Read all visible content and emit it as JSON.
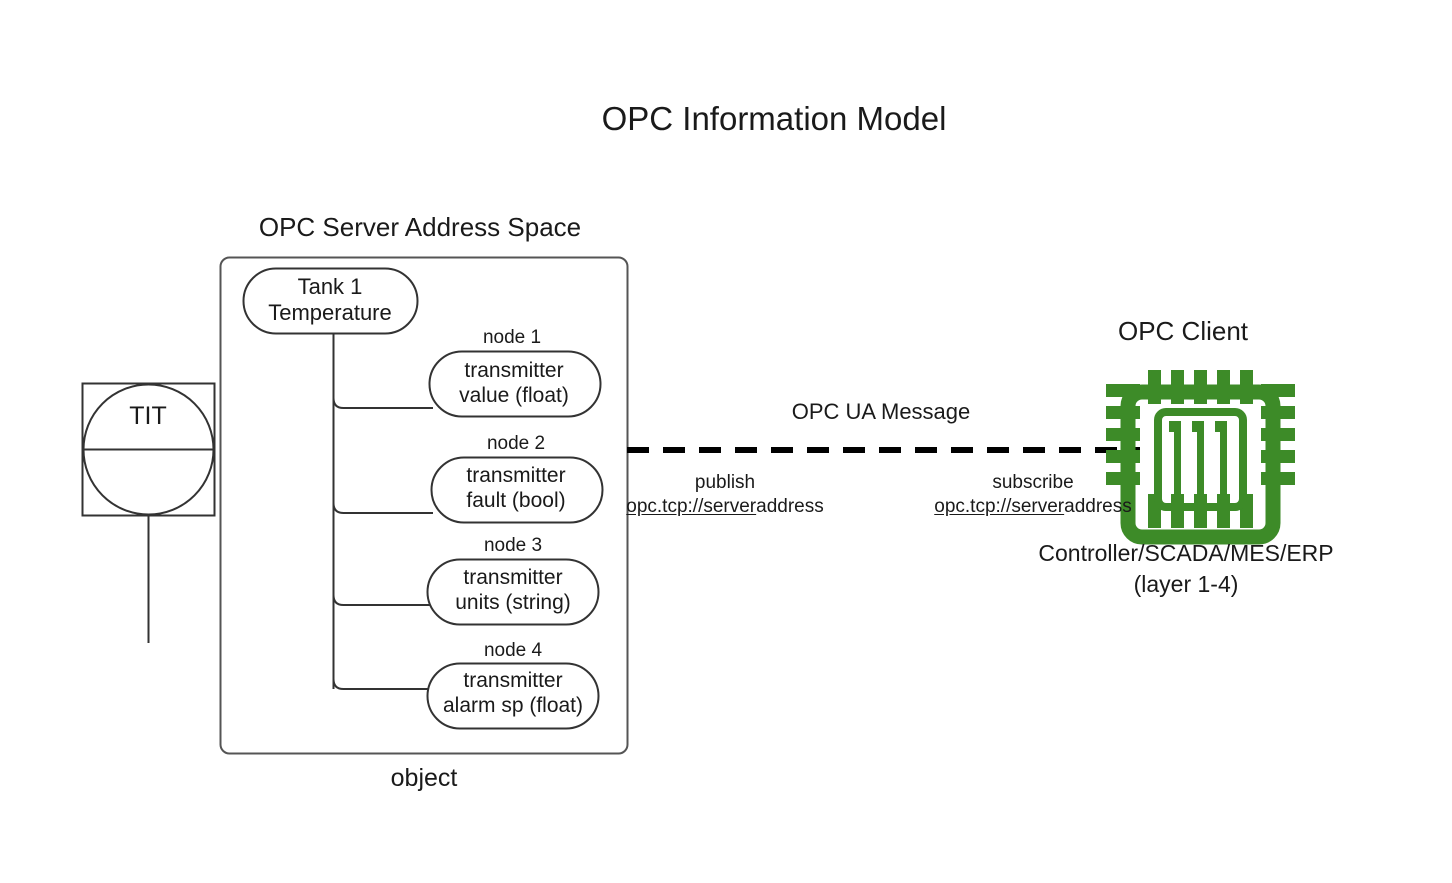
{
  "title": "OPC Information Model",
  "colors": {
    "stroke": "#333333",
    "text": "#1a1a1a",
    "chip_green": "#3d8b28",
    "dash_black": "#000000",
    "background": "#ffffff"
  },
  "server": {
    "caption": "OPC Server Address Space",
    "object_caption": "object",
    "root": {
      "line1": "Tank 1",
      "line2": "Temperature"
    },
    "nodes": [
      {
        "caption": "node 1",
        "line1": "transmitter",
        "line2": "value (float)"
      },
      {
        "caption": "node 2",
        "line1": "transmitter",
        "line2": "fault (bool)"
      },
      {
        "caption": "node 3",
        "line1": "transmitter",
        "line2": "units (string)"
      },
      {
        "caption": "node 4",
        "line1": "transmitter",
        "line2": "alarm sp (float)"
      }
    ]
  },
  "field_device": {
    "tag": "TIT",
    "icon": "instrument-bubble-icon"
  },
  "channel": {
    "label": "OPC UA Message",
    "line_style": "dashed",
    "publish": {
      "verb": "publish",
      "url_scheme": "opc.tcp://server",
      "url_rest": "address"
    },
    "subscribe": {
      "verb": "subscribe",
      "url_scheme": "opc.tcp://server",
      "url_rest": "address"
    }
  },
  "client": {
    "caption": "OPC Client",
    "icon": "cpu-chip-icon",
    "role_line1": "Controller/SCADA/MES/ERP",
    "role_line2": "(layer 1-4)"
  }
}
